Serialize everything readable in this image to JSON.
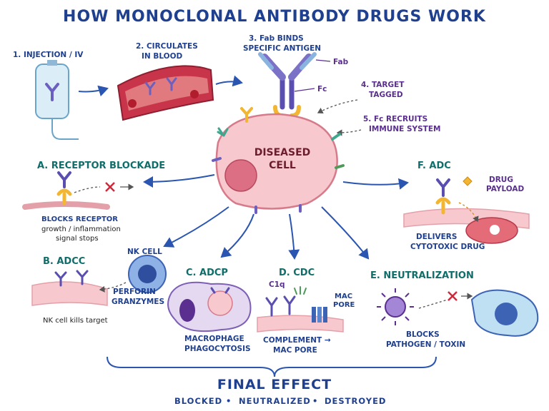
{
  "title": "HOW MONOCLONAL ANTIBODY DRUGS WORK",
  "steps": {
    "s1": "1. INJECTION / IV",
    "s2_l1": "2. CIRCULATES",
    "s2_l2": "IN BLOOD",
    "s3_l1": "3. Fab BINDS",
    "s3_l2": "SPECIFIC ANTIGEN",
    "s4_l1": "4. TARGET",
    "s4_l2": "TAGGED",
    "s5_l1": "5. Fc RECRUITS",
    "s5_l2": "IMMUNE SYSTEM"
  },
  "antibody_labels": {
    "fab": "Fab",
    "fc": "Fc"
  },
  "cell_label": {
    "l1": "DISEASED",
    "l2": "CELL"
  },
  "mechanisms": {
    "a": {
      "title": "A. RECEPTOR BLOCKADE",
      "line1": "BLOCKS RECEPTOR",
      "line2": "growth / inflammation",
      "line3": "signal stops"
    },
    "b": {
      "title": "B. ADCC",
      "nk": "NK CELL",
      "perforin": "PERFORIN",
      "granzymes": "GRANZYMES",
      "caption": "NK cell kills target"
    },
    "c": {
      "title": "C. ADCP",
      "line1": "MACROPHAGE",
      "line2": "PHAGOCYTOSIS"
    },
    "d": {
      "title": "D. CDC",
      "c1q": "C1q",
      "mac1": "MAC",
      "mac2": "PORE",
      "line1": "COMPLEMENT →",
      "line2": "MAC PORE"
    },
    "e": {
      "title": "E. NEUTRALIZATION",
      "line1": "BLOCKS",
      "line2": "PATHOGEN / TOXIN"
    },
    "f": {
      "title": "F. ADC",
      "drug1": "DRUG",
      "drug2": "PAYLOAD",
      "line1": "DELIVERS",
      "line2": "CYTOTOXIC DRUG"
    }
  },
  "final": {
    "title": "FINAL EFFECT",
    "outcomes": [
      "BLOCKED",
      "NEUTRALIZED",
      "DESTROYED"
    ],
    "separator": "•"
  },
  "colors": {
    "navy": "#1f3f8f",
    "teal": "#0f6e6a",
    "purple": "#5a2f8f",
    "cell_fill": "#f7c9cf",
    "vessel": "#c8344a",
    "antibody": "#7b72c8",
    "antigen": "#f2b632"
  }
}
